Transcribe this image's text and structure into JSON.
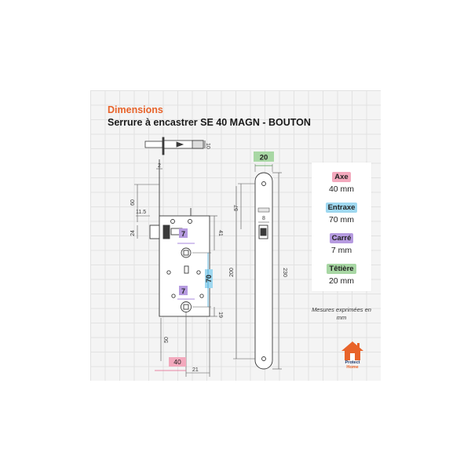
{
  "header": {
    "title": "Dimensions",
    "subtitle": "Serrure à encastrer SE 40 MAGN - BOUTON"
  },
  "colors": {
    "accent_orange": "#e8632a",
    "axe_pink": "#f3a9bd",
    "entraxe_blue": "#9fd8f0",
    "carre_purple": "#b69be0",
    "tetiere_green": "#a8d7a4",
    "line": "#3a3a3a"
  },
  "legend": [
    {
      "label": "Axe",
      "value": "40 mm",
      "color": "#f3a9bd"
    },
    {
      "label": "Entraxe",
      "value": "70 mm",
      "color": "#9fd8f0"
    },
    {
      "label": "Carré",
      "value": "7 mm",
      "color": "#b69be0"
    },
    {
      "label": "Têtière",
      "value": "20 mm",
      "color": "#a8d7a4"
    }
  ],
  "note": "Mesures exprimées en mm",
  "logo": {
    "word1": "Protect",
    "word2": "Home",
    "icon": "house-icon"
  },
  "dims": {
    "d10": "10",
    "d2": "2",
    "d60": "60",
    "d11_5": "11.5",
    "d24": "24",
    "d7_top": "7",
    "d41": "41",
    "d70": "70",
    "d7_bottom": "7",
    "d19": "19",
    "d50": "50",
    "d40": "40",
    "d21": "21",
    "d20": "20",
    "d57": "57",
    "d8": "8",
    "d200": "200",
    "d230": "230"
  }
}
